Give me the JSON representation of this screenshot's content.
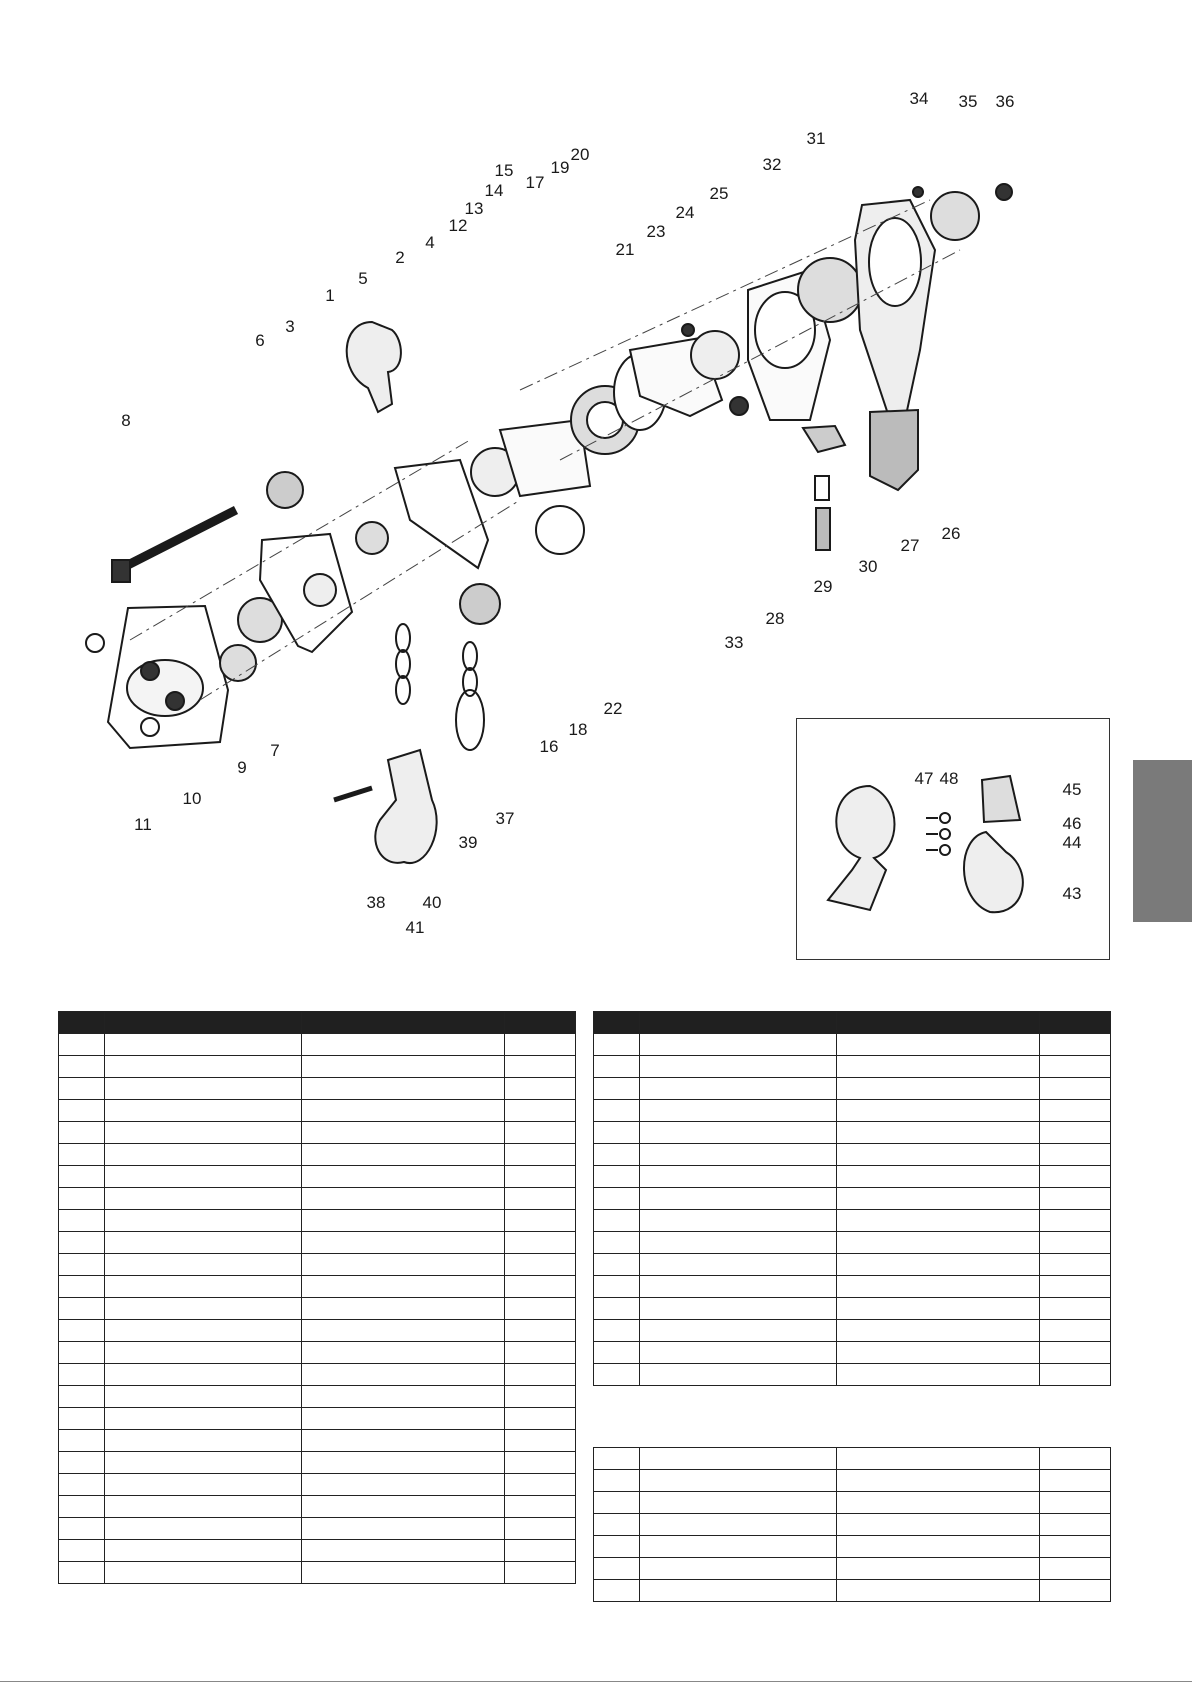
{
  "diagram": {
    "callouts": [
      "1",
      "2",
      "3",
      "4",
      "5",
      "6",
      "7",
      "8",
      "9",
      "10",
      "11",
      "12",
      "13",
      "14",
      "15",
      "16",
      "17",
      "18",
      "19",
      "20",
      "21",
      "22",
      "23",
      "24",
      "25",
      "26",
      "27",
      "28",
      "29",
      "30",
      "31",
      "32",
      "33",
      "34",
      "35",
      "36",
      "37",
      "38",
      "39",
      "40",
      "41",
      "43",
      "44",
      "45",
      "46",
      "47",
      "48"
    ]
  },
  "colors": {
    "ink": "#1a1a1a",
    "header": "#202020",
    "tab": "#7a7a7a"
  },
  "tables": {
    "left": {
      "row_count": 25
    },
    "right_top": {
      "row_count": 16
    },
    "right_bottom": {
      "row_count": 7
    }
  }
}
